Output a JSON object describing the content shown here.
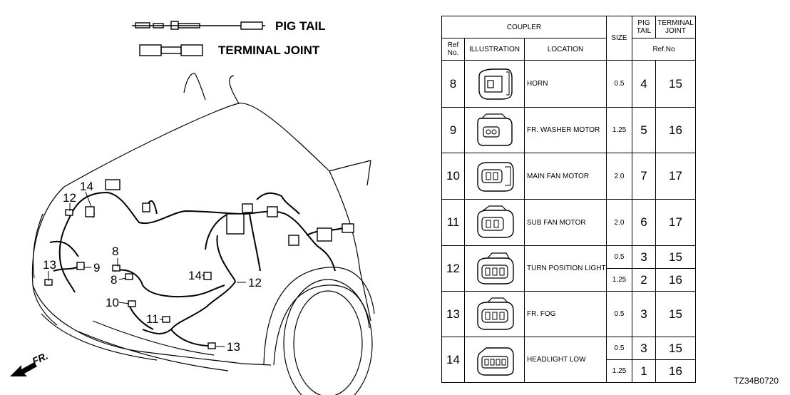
{
  "legend": {
    "pig_tail_label": "PIG TAIL",
    "terminal_joint_label": "TERMINAL JOINT"
  },
  "front_arrow_label": "FR.",
  "callouts": [
    {
      "text": "14"
    },
    {
      "text": "12"
    },
    {
      "text": "9"
    },
    {
      "text": "13"
    },
    {
      "text": "8"
    },
    {
      "text": "8"
    },
    {
      "text": "10"
    },
    {
      "text": "11"
    },
    {
      "text": "14"
    },
    {
      "text": "12"
    },
    {
      "text": "13"
    }
  ],
  "table": {
    "headers": {
      "coupler": "COUPLER",
      "size": "SIZE",
      "pig_tail_line1": "PIG",
      "pig_tail_line2": "TAIL",
      "terminal_joint_line1": "TERMINAL",
      "terminal_joint_line2": "JOINT",
      "ref_no_line1": "Ref",
      "ref_no_line2": "No.",
      "illustration": "ILLUSTRATION",
      "location": "LOCATION",
      "ref_no_right": "Ref.No"
    },
    "rows": [
      {
        "ref": "8",
        "location": "HORN",
        "entries": [
          {
            "size": "0.5",
            "pig_tail": "4",
            "terminal_joint": "15"
          }
        ]
      },
      {
        "ref": "9",
        "location": "FR. WASHER MOTOR",
        "entries": [
          {
            "size": "1.25",
            "pig_tail": "5",
            "terminal_joint": "16"
          }
        ]
      },
      {
        "ref": "10",
        "location": "MAIN FAN MOTOR",
        "entries": [
          {
            "size": "2.0",
            "pig_tail": "7",
            "terminal_joint": "17"
          }
        ]
      },
      {
        "ref": "11",
        "location": "SUB FAN MOTOR",
        "entries": [
          {
            "size": "2.0",
            "pig_tail": "6",
            "terminal_joint": "17"
          }
        ]
      },
      {
        "ref": "12",
        "location": "TURN POSITION LIGHT",
        "entries": [
          {
            "size": "0.5",
            "pig_tail": "3",
            "terminal_joint": "15"
          },
          {
            "size": "1.25",
            "pig_tail": "2",
            "terminal_joint": "16"
          }
        ]
      },
      {
        "ref": "13",
        "location": "FR. FOG",
        "entries": [
          {
            "size": "0.5",
            "pig_tail": "3",
            "terminal_joint": "15"
          }
        ]
      },
      {
        "ref": "14",
        "location": "HEADLIGHT LOW",
        "entries": [
          {
            "size": "0.5",
            "pig_tail": "3",
            "terminal_joint": "15"
          },
          {
            "size": "1.25",
            "pig_tail": "1",
            "terminal_joint": "16"
          }
        ]
      }
    ]
  },
  "diagram_code": "TZ34B0720"
}
